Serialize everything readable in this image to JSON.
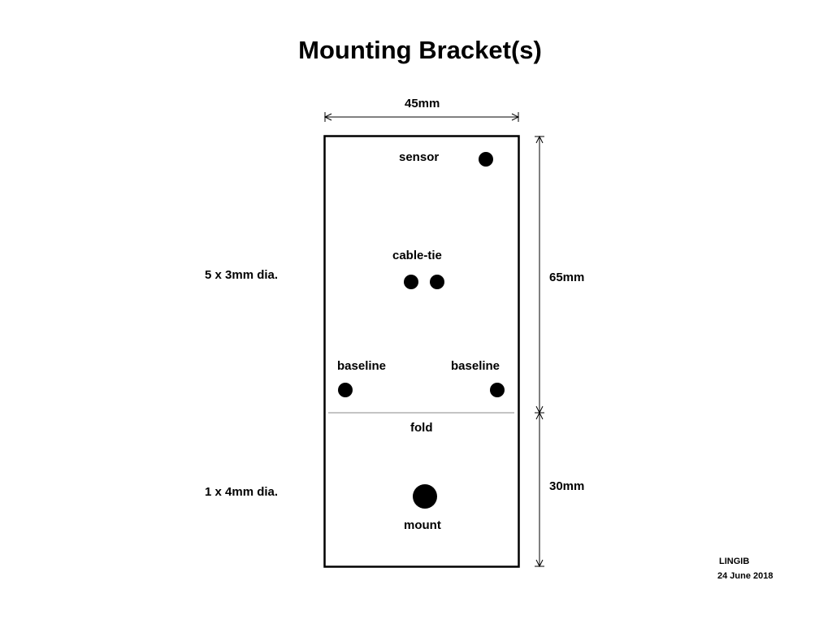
{
  "title": "Mounting Bracket(s)",
  "dimensions": {
    "width": "45mm",
    "upper_height": "65mm",
    "lower_height": "30mm"
  },
  "holes": {
    "sensor": "sensor",
    "cable_tie": "cable-tie",
    "baseline_left": "baseline",
    "baseline_right": "baseline",
    "mount": "mount"
  },
  "fold_label": "fold",
  "specs": {
    "small_holes": "5 x 3mm dia.",
    "large_hole": "1 x 4mm dia."
  },
  "footer": {
    "author": "LINGIB",
    "date": "24 June 2018"
  },
  "colors": {
    "ink": "#000000",
    "fold_line": "#888888",
    "background": "#ffffff"
  }
}
